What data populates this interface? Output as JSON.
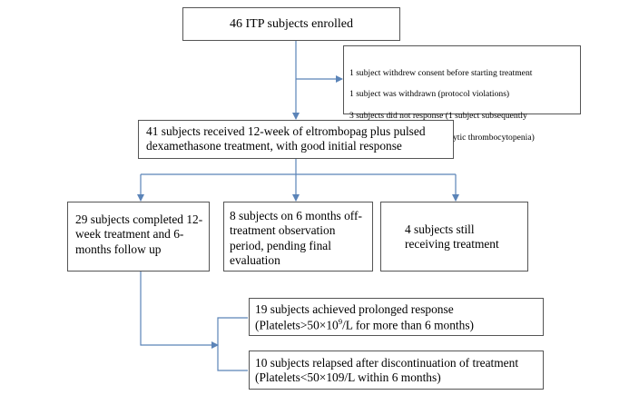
{
  "diagram": {
    "enrolled": "46 ITP subjects enrolled",
    "exclusions": [
      "1 subject withdrew  consent before starting  treatment",
      "1 subject was withdrawn  (protocol violations)",
      "3 subjects did not response  (1 subject subsequently",
      "turned  out to be amegakaryocytic  thrombocytopenia)"
    ],
    "received": "41 subjects received  12-week of eltrombopag plus pulsed\ndexamethasone  treatment,  with good initial response",
    "completed": "29 subjects completed 12-\nweek treatment and 6-\nmonths follow up",
    "off_treatment": "8 subjects on 6 months off-\ntreatment  observation\nperiod,  pending final\nevaluation",
    "still_receiving": "4 subjects still\nreceiving treatment",
    "prolonged_line1": "19 subjects achieved prolonged response",
    "prolonged_line2_prefix": "(Platelets>50×10",
    "prolonged_line2_sup": "9",
    "prolonged_line2_suffix": "/L for more than 6 months)",
    "relapsed": "10 subjects relapsed after discontinuation of treatment\n(Platelets<50×109/L within 6 months)"
  },
  "colors": {
    "arrow": "#5b84b8",
    "border": "#555555"
  }
}
